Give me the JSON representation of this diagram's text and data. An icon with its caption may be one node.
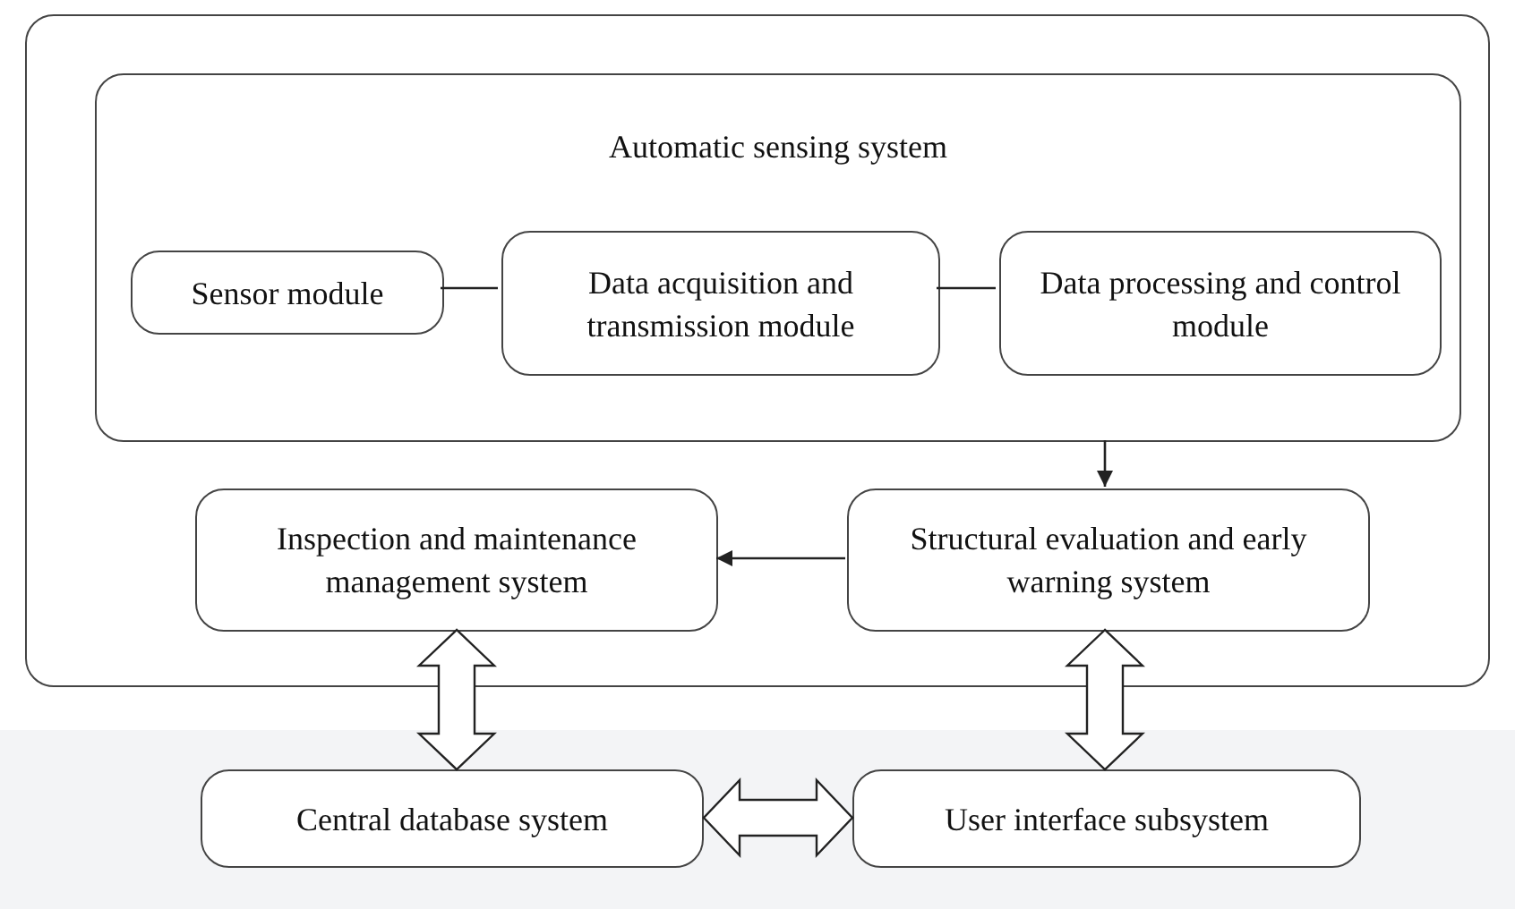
{
  "diagram": {
    "nodes": [
      {
        "text": [],
        "shape": "box"
      },
      {
        "text": [
          "Automatic sensing system"
        ],
        "in": 0
      },
      {
        "text": [
          "Sensor module"
        ],
        "in": 1
      },
      {
        "text": [
          "Data acquisition and transmission module"
        ],
        "in": 1
      },
      {
        "text": [
          "Data processing and control module"
        ],
        "in": 1
      },
      {
        "text": [
          "Inspection and maintenance management system"
        ],
        "in": 0
      },
      {
        "text": [
          "Structural evaluation and early warning system"
        ],
        "in": 0
      },
      {
        "text": [
          "Central database system"
        ]
      },
      {
        "text": [
          "User interface subsystem"
        ]
      }
    ],
    "edges": [
      {
        "from": 2,
        "to": 3,
        "arrow": "none"
      },
      {
        "from": 3,
        "to": 4,
        "arrow": "none"
      },
      {
        "from": 1,
        "to": 6,
        "arrow": "to"
      },
      {
        "from": 6,
        "to": 5,
        "arrow": "to"
      },
      {
        "from": 5,
        "to": 7,
        "arrow": "both",
        "style": "thick"
      },
      {
        "from": 6,
        "to": 8,
        "arrow": "both",
        "style": "thick"
      },
      {
        "from": 7,
        "to": 8,
        "arrow": "both",
        "style": "thick"
      }
    ]
  }
}
